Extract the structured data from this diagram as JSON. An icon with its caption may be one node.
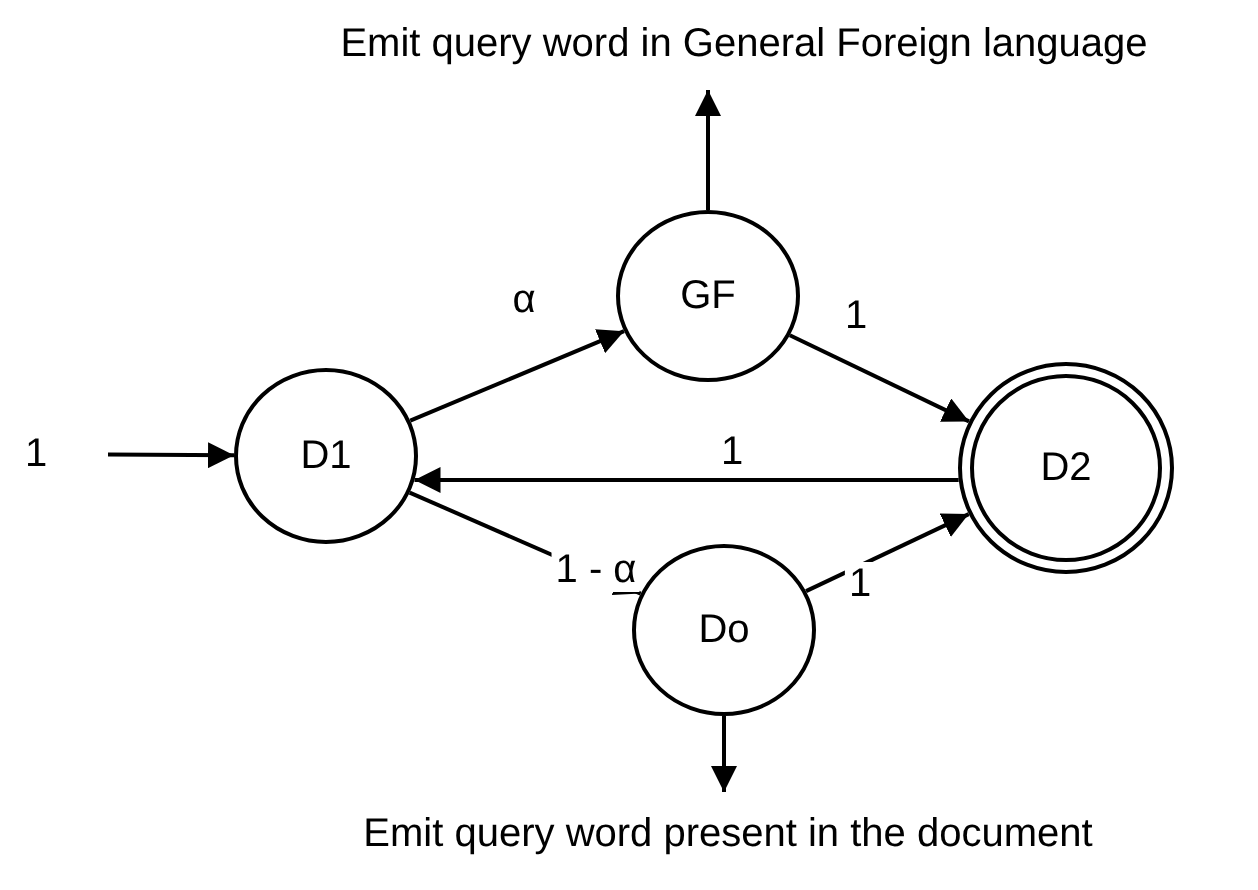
{
  "diagram": {
    "nodes": [
      {
        "text": [
          "Emit query word in General Foreign language"
        ]
      },
      {
        "text": [
          "GF"
        ]
      },
      {
        "text": [
          "1"
        ]
      },
      {
        "text": [
          "D1"
        ]
      },
      {
        "text": [
          "D2"
        ]
      },
      {
        "text": [
          "Do"
        ]
      },
      {
        "text": [
          "Emit query word present in the document"
        ]
      }
    ],
    "edges": [
      {
        "from": 2,
        "to": 3,
        "arrow": "to"
      },
      {
        "from": 3,
        "to": 1,
        "arrow": "to",
        "label": "α"
      },
      {
        "from": 1,
        "to": 4,
        "arrow": "to",
        "label": "1"
      },
      {
        "from": 4,
        "to": 3,
        "arrow": "to",
        "label": "1"
      },
      {
        "from": 3,
        "to": 5,
        "arrow": "to",
        "label": "1 - α"
      },
      {
        "from": 5,
        "to": 4,
        "arrow": "to",
        "label": "1"
      },
      {
        "from": 1,
        "to": 0,
        "arrow": "to"
      },
      {
        "from": 5,
        "to": 6,
        "arrow": "to"
      }
    ]
  }
}
